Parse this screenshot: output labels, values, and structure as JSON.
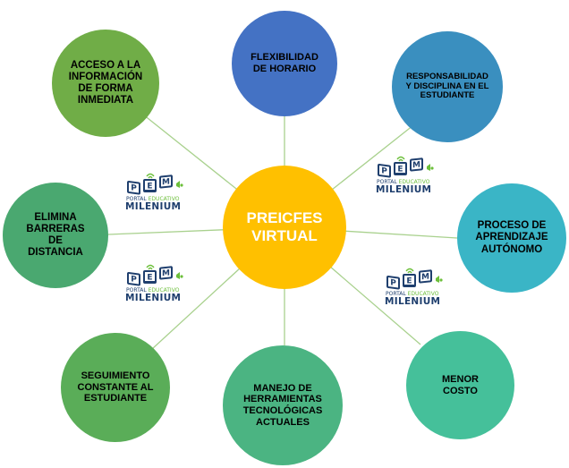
{
  "colors": {
    "center": "#ffc000",
    "connector": "#a9d18e",
    "flexibilidad": "#4472c4",
    "acceso": "#70ad47",
    "responsabilidad": "#3a8fbf",
    "elimina": "#4aa870",
    "proceso": "#3ab5c6",
    "seguimiento": "#5aad58",
    "manejo": "#4bb482",
    "costo": "#45c09a"
  },
  "center": {
    "label": "PREICFES VIRTUAL"
  },
  "nodes": {
    "flexibilidad": "FLEXIBILIDAD DE HORARIO",
    "acceso": "ACCESO A LA INFORMACIÓN DE FORMA INMEDIATA",
    "responsabilidad": "RESPONSABILIDAD Y DISCIPLINA EN EL ESTUDIANTE",
    "elimina": "ELIMINA BARRERAS DE DISTANCIA",
    "proceso": "PROCESO DE APRENDIZAJE AUTÓNOMO",
    "seguimiento": "SEGUIMIENTO CONSTANTE AL ESTUDIANTE",
    "manejo": "MANEJO DE HERRAMIENTAS TECNOLÓGICAS ACTUALES",
    "costo": "MENOR COSTO"
  },
  "logo": {
    "initials": [
      "P",
      "E",
      "M"
    ],
    "line1": "PORTAL EDUCATIVO",
    "line2": "MILENIUM"
  }
}
